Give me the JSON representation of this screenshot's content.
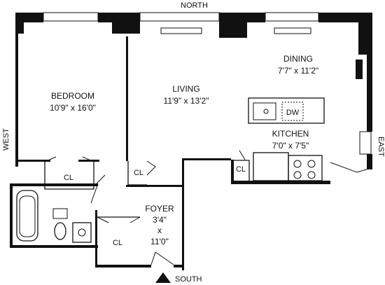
{
  "compass": {
    "north": "NORTH",
    "south": "SOUTH",
    "east": "EAST",
    "west": "WEST"
  },
  "rooms": {
    "bedroom": {
      "name": "BEDROOM",
      "size": "10'9\" x 16'0\""
    },
    "living": {
      "name": "LIVING",
      "size": "11'9\" x 13'2\""
    },
    "dining": {
      "name": "DINING",
      "size": "7'7\" x 11'2\""
    },
    "kitchen": {
      "name": "KITCHEN",
      "size": "7'0\" x 7'5\""
    },
    "foyer": {
      "name": "FOYER",
      "size_w": "3'4\"",
      "size_x": "x",
      "size_l": "11'0\""
    }
  },
  "closets": {
    "bedroom_closet": "CL",
    "living_closet": "CL",
    "kitchen_closet": "CL",
    "foyer_closet": "CL"
  },
  "appliances": {
    "dishwasher": "DW"
  },
  "entry_marker": "triangle-marker-icon"
}
